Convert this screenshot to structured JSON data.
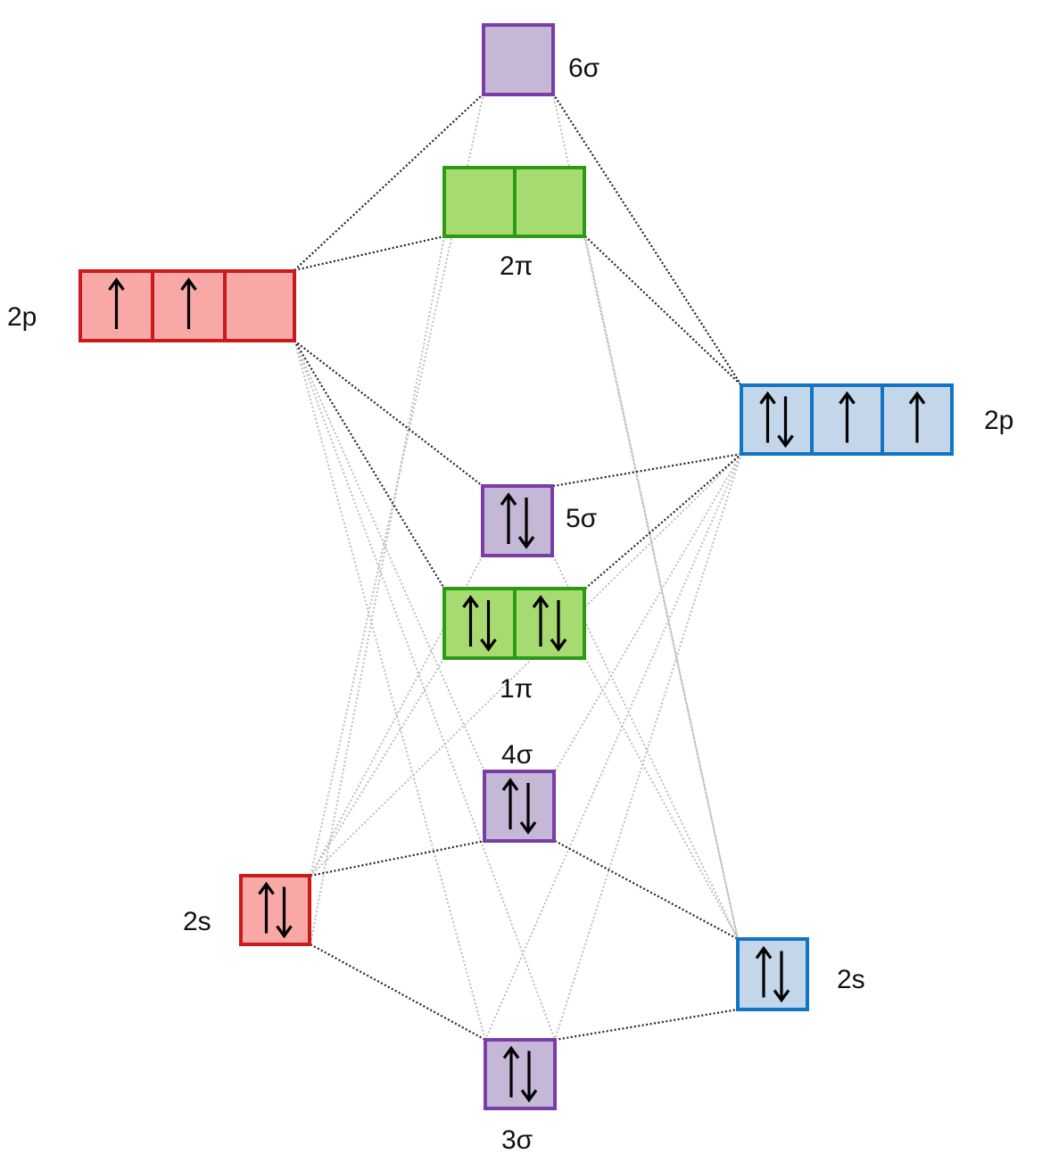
{
  "colors": {
    "red_fill": "#f9a8a8",
    "red_stroke": "#cc1a1a",
    "blue_fill": "#c3d6ea",
    "blue_stroke": "#0f75c4",
    "purple_fill": "#c5b8d6",
    "purple_stroke": "#7a3ca8",
    "green_fill": "#a8da72",
    "green_stroke": "#2c9a12",
    "arrow": "#000000"
  },
  "atoms": {
    "left": {
      "p_label": "2p",
      "p_electrons": [
        "up",
        "up",
        "empty"
      ],
      "s_label": "2s",
      "s_electrons": [
        "pair"
      ]
    },
    "right": {
      "p_label": "2p",
      "p_electrons": [
        "pair",
        "up",
        "up"
      ],
      "s_label": "2s",
      "s_electrons": [
        "pair"
      ]
    }
  },
  "molecular_orbitals": {
    "sigma6": {
      "label": "6σ",
      "electrons": [
        "empty"
      ]
    },
    "pi2": {
      "label": "2π",
      "electrons": [
        "empty",
        "empty"
      ]
    },
    "sigma5": {
      "label": "5σ",
      "electrons": [
        "pair"
      ]
    },
    "pi1": {
      "label": "1π",
      "electrons": [
        "pair",
        "pair"
      ]
    },
    "sigma4": {
      "label": "4σ",
      "electrons": [
        "pair"
      ]
    },
    "sigma3": {
      "label": "3σ",
      "electrons": [
        "pair"
      ]
    }
  }
}
